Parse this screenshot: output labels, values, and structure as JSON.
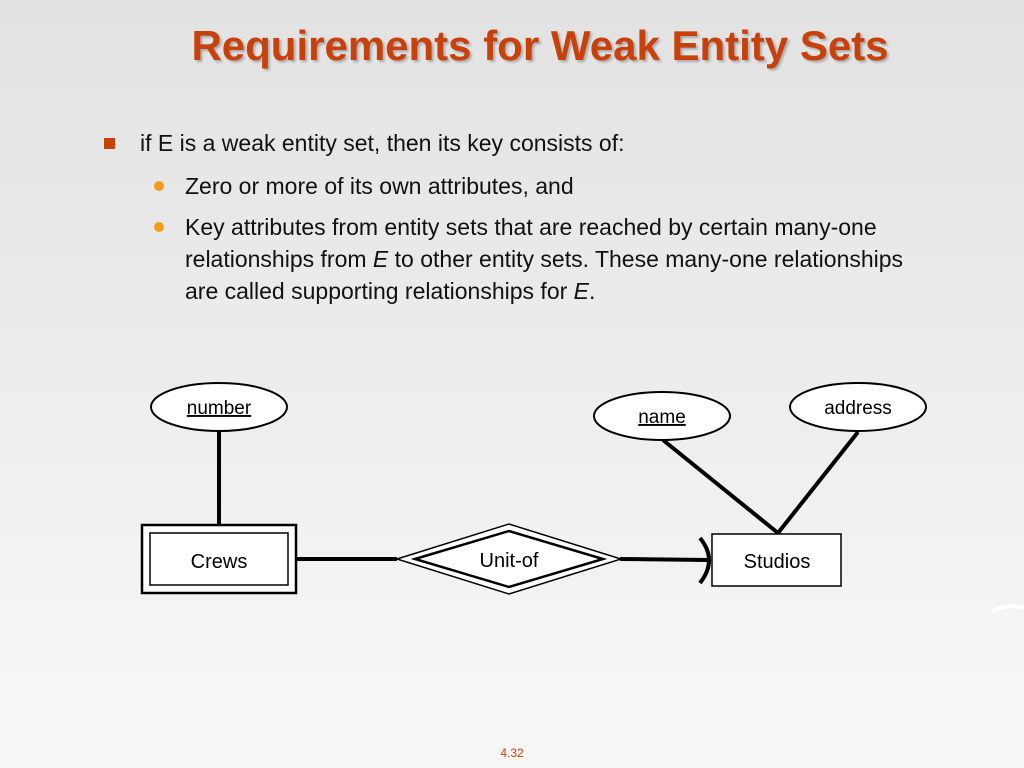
{
  "slide": {
    "title": "Requirements for Weak Entity Sets",
    "page_number": "4.32"
  },
  "bullets": {
    "level1": "if E is a weak entity set, then its key consists of:",
    "items": [
      {
        "text": "Zero or more of its own attributes, and"
      },
      {
        "parts": [
          "Key attributes from entity sets that are reached by certain many-one relationships from ",
          "E",
          " to other entity sets. These many-one relationships are called supporting relationships for ",
          "E",
          "."
        ]
      }
    ]
  },
  "diagram": {
    "weak_entity": "Crews",
    "entity": "Studios",
    "relationship": "Unit-of",
    "attributes": {
      "number": "number",
      "name": "name",
      "address": "address"
    }
  },
  "colors": {
    "title": "#c8400a",
    "bullet_square": "#c8400a",
    "bullet_circle": "#f29c1a"
  }
}
